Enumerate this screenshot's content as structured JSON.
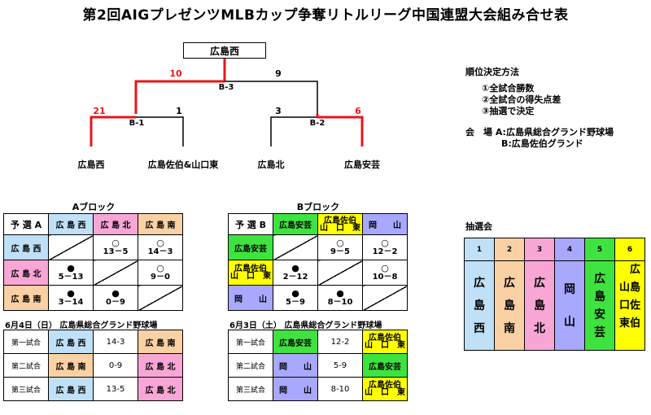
{
  "title": "第2回AIGプレゼンツMLBカップ争奪リトルリーグ中国連盟大会組み合せ表",
  "bracket": {
    "champion": "広島西",
    "final": {
      "label": "B-3",
      "left_score": "10",
      "right_score": "9"
    },
    "semi1": {
      "label": "B-1",
      "left_score": "21",
      "right_score": "1"
    },
    "semi2": {
      "label": "B-2",
      "left_score": "3",
      "right_score": "6"
    },
    "teams": [
      "広島西",
      "広島佐伯&山口東",
      "広島北",
      "広島安芸"
    ],
    "winner_color": "#e8141c"
  },
  "rules": {
    "heading": "順位決定方法",
    "items": [
      "①全試合勝数",
      "②全試合の得失点差",
      "③抽選で決定"
    ],
    "venue_label": "会　場",
    "venue_a": "A:広島県総合グランド野球場",
    "venue_b": "B:広島佐伯グランド"
  },
  "block_a": {
    "title": "Aブロック",
    "corner": "予 選 A",
    "teams": [
      "広 島 西",
      "広 島 北",
      "広 島 南"
    ],
    "rows": [
      [
        "",
        "○",
        "13－5",
        "○",
        "14－3"
      ],
      [
        "●",
        "5－13",
        "",
        "○",
        "9－0"
      ],
      [
        "●",
        "3－14",
        "●",
        "0－9",
        ""
      ]
    ],
    "date": "6月4日（日）  広島県総合グランド野球場",
    "games": [
      {
        "label": "第一試合",
        "home": "広 島 西",
        "score": "14-3",
        "away": "広 島 南"
      },
      {
        "label": "第二試合",
        "home": "広 島 南",
        "score": "0-9",
        "away": "広 島 北"
      },
      {
        "label": "第三試合",
        "home": "広 島 西",
        "score": "13-5",
        "away": "広 島 北"
      }
    ]
  },
  "block_b": {
    "title": "Bブロック",
    "corner": "予 選 B",
    "teams": [
      "広島安芸",
      "広島佐伯\n山　口　東",
      "岡　　山"
    ],
    "team_line1": "広島佐伯",
    "team_line2": "山　口　東",
    "rows": [
      [
        "",
        "○",
        "9－5",
        "○",
        "12－2"
      ],
      [
        "●",
        "2－12",
        "",
        "○",
        "10－8"
      ],
      [
        "●",
        "5－9",
        "●",
        "8－10",
        ""
      ]
    ],
    "date": "6月3日（土）  広島県総合グランド野球場",
    "games": [
      {
        "label": "第一試合",
        "home": "広島安芸",
        "score": "12-2",
        "away": "広島佐伯 山口東"
      },
      {
        "label": "第二試合",
        "home": "岡　　山",
        "score": "5-9",
        "away": "広島安芸"
      },
      {
        "label": "第三試合",
        "home": "岡　　山",
        "score": "8-10",
        "away": "広島佐伯 山口東"
      }
    ]
  },
  "lottery": {
    "title": "抽選会",
    "numbers": [
      "1",
      "2",
      "3",
      "4",
      "5",
      "6"
    ],
    "names": [
      "広島西",
      "広島南",
      "広島北",
      "岡山",
      "広島安芸",
      "広島佐伯山口東"
    ],
    "colors": [
      "#bfe0f6",
      "#fad1a4",
      "#f7a6d6",
      "#a8a8ff",
      "#3fe33f",
      "#ffff00"
    ]
  }
}
